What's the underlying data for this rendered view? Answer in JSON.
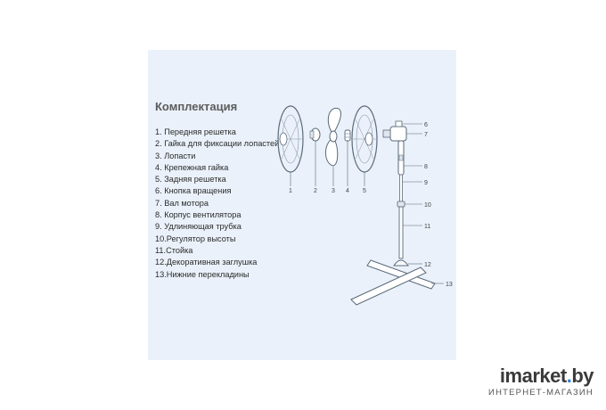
{
  "title": "Комплектация",
  "parts": [
    "1.   Передняя решетка",
    "2.   Гайка для фиксации лопастей",
    "3.   Лопасти",
    "4.   Крепежная гайка",
    "5.   Задняя решетка",
    "6.   Кнопка вращения",
    "7.   Вал мотора",
    "8.   Корпус вентилятора",
    "9.   Удлиняющая трубка",
    "10.Регулятор высоты",
    "11.Стойка",
    "12.Декоративная заглушка",
    "13.Нижние перекладины"
  ],
  "diagram_labels": [
    "1",
    "2",
    "3",
    "4",
    "5",
    "6",
    "7",
    "8",
    "9",
    "10",
    "11",
    "12",
    "13"
  ],
  "watermark": {
    "logo_main": "imarket",
    "logo_dot": ".",
    "logo_tld": "by",
    "tagline": "ИНТЕРНЕТ-МАГАЗИН"
  },
  "colors": {
    "panel": "#eaf1fa",
    "line": "#5a6a7a",
    "accent": "#2b7fd0"
  }
}
